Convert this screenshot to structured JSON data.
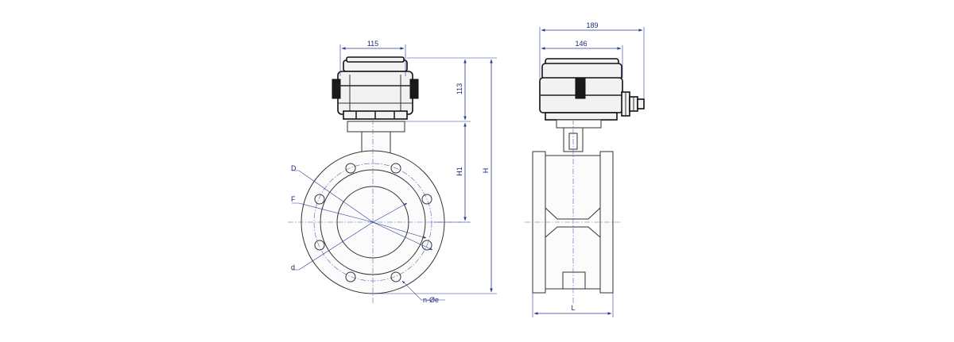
{
  "front_view": {
    "dim_top_width": "115",
    "dim_actuator_height": "113",
    "dim_h1": "H1",
    "dim_h": "H",
    "label_D": "D",
    "label_F": "F",
    "label_d": "d",
    "label_holes": "n-Øe"
  },
  "side_view": {
    "dim_overall_width": "189",
    "dim_body_width": "146",
    "dim_length": "L"
  },
  "colors": {
    "dimension": "#2b3a8f",
    "outline": "#333333"
  }
}
